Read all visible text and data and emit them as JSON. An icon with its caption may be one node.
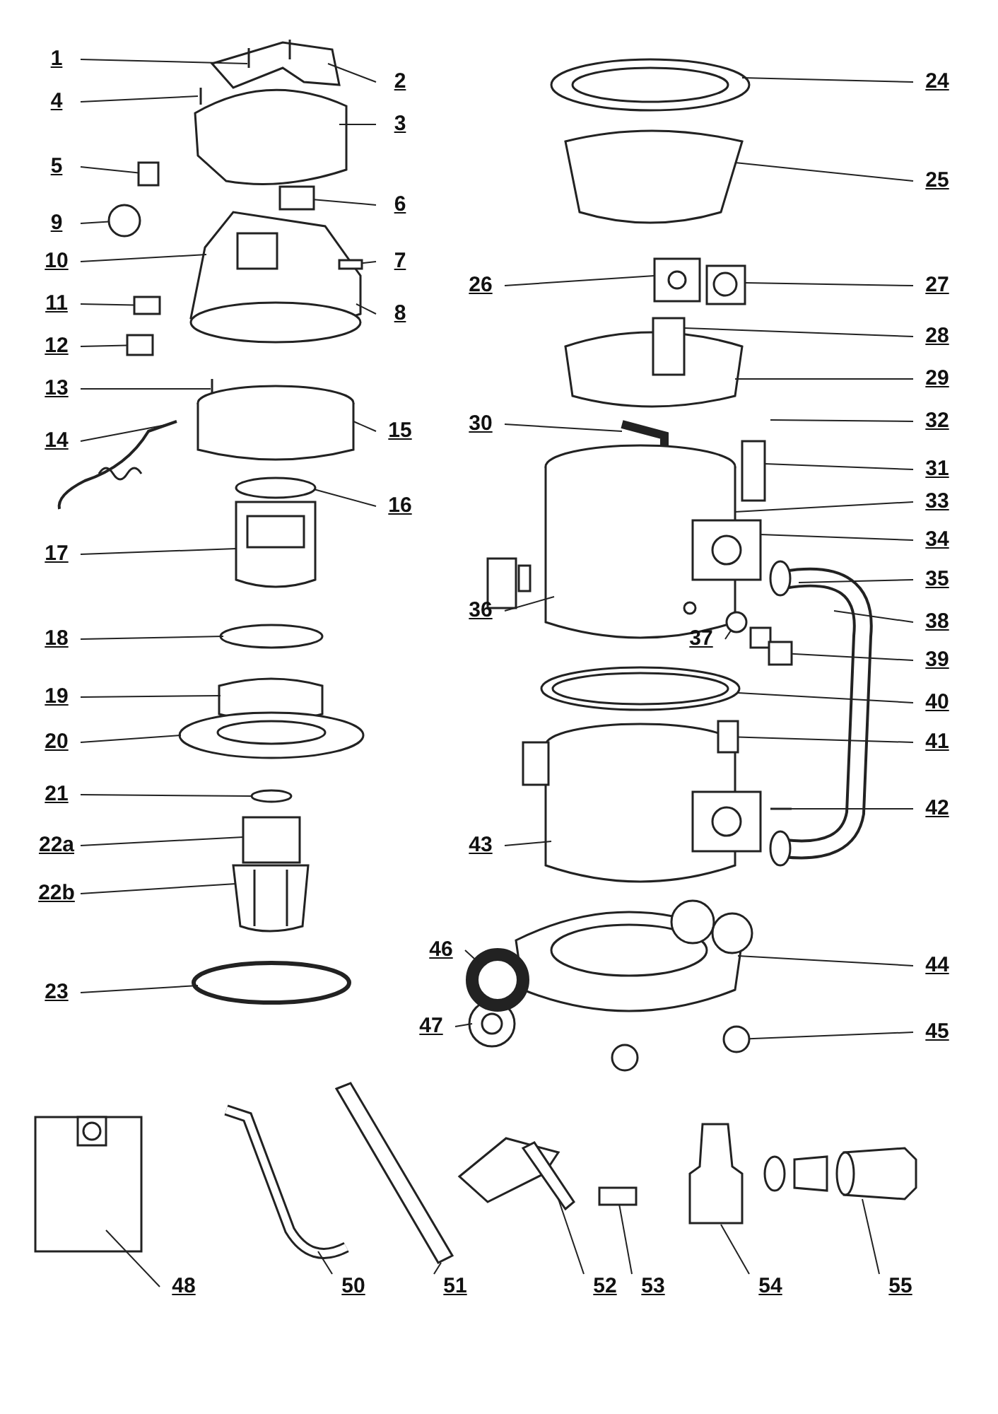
{
  "diagram": {
    "nodes": [
      {
        "text": [
          "1"
        ]
      },
      {
        "text": [
          "2"
        ]
      },
      {
        "text": [
          "4"
        ]
      },
      {
        "text": [
          "3"
        ]
      },
      {
        "text": [
          "5"
        ]
      },
      {
        "text": [
          "6"
        ]
      },
      {
        "text": [
          "9"
        ]
      },
      {
        "text": [
          "10"
        ]
      },
      {
        "text": [
          "7"
        ]
      },
      {
        "text": [
          "11"
        ]
      },
      {
        "text": [
          "8"
        ]
      },
      {
        "text": [
          "12"
        ]
      },
      {
        "text": [
          "13"
        ]
      },
      {
        "text": [
          "14"
        ]
      },
      {
        "text": [
          "15"
        ]
      },
      {
        "text": [
          "16"
        ]
      },
      {
        "text": [
          "17"
        ]
      },
      {
        "text": [
          "18"
        ]
      },
      {
        "text": [
          "19"
        ]
      },
      {
        "text": [
          "20"
        ]
      },
      {
        "text": [
          "21"
        ]
      },
      {
        "text": [
          "22a"
        ]
      },
      {
        "text": [
          "22b"
        ]
      },
      {
        "text": [
          "23"
        ]
      },
      {
        "text": [
          "24"
        ]
      },
      {
        "text": [
          "25"
        ]
      },
      {
        "text": [
          "26"
        ]
      },
      {
        "text": [
          "27"
        ]
      },
      {
        "text": [
          "28"
        ]
      },
      {
        "text": [
          "29"
        ]
      },
      {
        "text": [
          "30"
        ]
      },
      {
        "text": [
          "32"
        ]
      },
      {
        "text": [
          "31"
        ]
      },
      {
        "text": [
          "33"
        ]
      },
      {
        "text": [
          "34"
        ]
      },
      {
        "text": [
          "35"
        ]
      },
      {
        "text": [
          "36"
        ]
      },
      {
        "text": [
          "37"
        ]
      },
      {
        "text": [
          "38"
        ]
      },
      {
        "text": [
          "39"
        ]
      },
      {
        "text": [
          "40"
        ]
      },
      {
        "text": [
          "41"
        ]
      },
      {
        "text": [
          "42"
        ]
      },
      {
        "text": [
          "43"
        ]
      },
      {
        "text": [
          "46"
        ]
      },
      {
        "text": [
          "44"
        ]
      },
      {
        "text": [
          "47"
        ]
      },
      {
        "text": [
          "45"
        ]
      },
      {
        "text": [
          "48"
        ]
      },
      {
        "text": [
          "50"
        ]
      },
      {
        "text": [
          "51"
        ]
      },
      {
        "text": [
          "52"
        ]
      },
      {
        "text": [
          "53"
        ]
      },
      {
        "text": [
          "54"
        ]
      },
      {
        "text": [
          "55"
        ]
      },
      {
        "text": [],
        "shape": "box"
      },
      {
        "text": [],
        "shape": "box"
      },
      {
        "text": [],
        "shape": "circle"
      },
      {
        "text": [],
        "shape": "box"
      },
      {
        "text": [],
        "shape": "box"
      },
      {
        "text": [],
        "shape": "box"
      },
      {
        "text": [],
        "shape": "circle"
      },
      {
        "text": [],
        "shape": "box"
      },
      {
        "text": [],
        "shape": "box"
      },
      {
        "text": [],
        "shape": "circle"
      },
      {
        "text": [],
        "shape": "circle"
      },
      {
        "text": [],
        "shape": "box"
      }
    ],
    "edges": [
      {
        "from": 0,
        "to": null,
        "arrow": "none"
      },
      {
        "from": 1,
        "to": null,
        "arrow": "none"
      },
      {
        "from": 2,
        "to": null,
        "arrow": "none"
      },
      {
        "from": 3,
        "to": null,
        "arrow": "none"
      },
      {
        "from": 4,
        "to": 55,
        "arrow": "none"
      },
      {
        "from": 5,
        "to": 56,
        "arrow": "none"
      },
      {
        "from": 6,
        "to": 57,
        "arrow": "none"
      },
      {
        "from": 7,
        "to": null,
        "arrow": "none"
      },
      {
        "from": 8,
        "to": 58,
        "arrow": "none"
      },
      {
        "from": 9,
        "to": 59,
        "arrow": "none"
      },
      {
        "from": 10,
        "to": null,
        "arrow": "none"
      },
      {
        "from": 11,
        "to": 60,
        "arrow": "none"
      },
      {
        "from": 12,
        "to": null,
        "arrow": "none"
      },
      {
        "from": 13,
        "to": null,
        "arrow": "none"
      },
      {
        "from": 14,
        "to": null,
        "arrow": "none"
      },
      {
        "from": 15,
        "to": null,
        "arrow": "none"
      },
      {
        "from": 16,
        "to": null,
        "arrow": "none"
      },
      {
        "from": 17,
        "to": null,
        "arrow": "none"
      },
      {
        "from": 18,
        "to": null,
        "arrow": "none"
      },
      {
        "from": 19,
        "to": null,
        "arrow": "none"
      },
      {
        "from": 20,
        "to": null,
        "arrow": "none"
      },
      {
        "from": 21,
        "to": null,
        "arrow": "none"
      },
      {
        "from": 22,
        "to": null,
        "arrow": "none"
      },
      {
        "from": 23,
        "to": null,
        "arrow": "none"
      },
      {
        "from": 24,
        "to": null,
        "arrow": "none"
      },
      {
        "from": 25,
        "to": null,
        "arrow": "none"
      },
      {
        "from": 26,
        "to": null,
        "arrow": "none"
      },
      {
        "from": 27,
        "to": null,
        "arrow": "none"
      },
      {
        "from": 28,
        "to": null,
        "arrow": "none"
      },
      {
        "from": 29,
        "to": null,
        "arrow": "none"
      },
      {
        "from": 30,
        "to": null,
        "arrow": "none"
      },
      {
        "from": 31,
        "to": null,
        "arrow": "none"
      },
      {
        "from": 32,
        "to": null,
        "arrow": "none"
      },
      {
        "from": 33,
        "to": null,
        "arrow": "none"
      },
      {
        "from": 34,
        "to": null,
        "arrow": "none"
      },
      {
        "from": 35,
        "to": null,
        "arrow": "none"
      },
      {
        "from": 36,
        "to": null,
        "arrow": "none"
      },
      {
        "from": 37,
        "to": 61,
        "arrow": "none"
      },
      {
        "from": 38,
        "to": null,
        "arrow": "none"
      },
      {
        "from": 39,
        "to": 62,
        "arrow": "none"
      },
      {
        "from": 40,
        "to": null,
        "arrow": "none"
      },
      {
        "from": 41,
        "to": 63,
        "arrow": "none"
      },
      {
        "from": 42,
        "to": null,
        "arrow": "none"
      },
      {
        "from": 43,
        "to": null,
        "arrow": "none"
      },
      {
        "from": 44,
        "to": 64,
        "arrow": "none"
      },
      {
        "from": 45,
        "to": null,
        "arrow": "none"
      },
      {
        "from": 46,
        "to": null,
        "arrow": "none"
      },
      {
        "from": 47,
        "to": 65,
        "arrow": "none"
      },
      {
        "from": 48,
        "to": null,
        "arrow": "none"
      },
      {
        "from": 49,
        "to": null,
        "arrow": "none"
      },
      {
        "from": 50,
        "to": null,
        "arrow": "none"
      },
      {
        "from": 51,
        "to": null,
        "arrow": "none"
      },
      {
        "from": 52,
        "to": 66,
        "arrow": "none"
      },
      {
        "from": 53,
        "to": null,
        "arrow": "none"
      },
      {
        "from": 54,
        "to": null,
        "arrow": "none"
      }
    ]
  }
}
